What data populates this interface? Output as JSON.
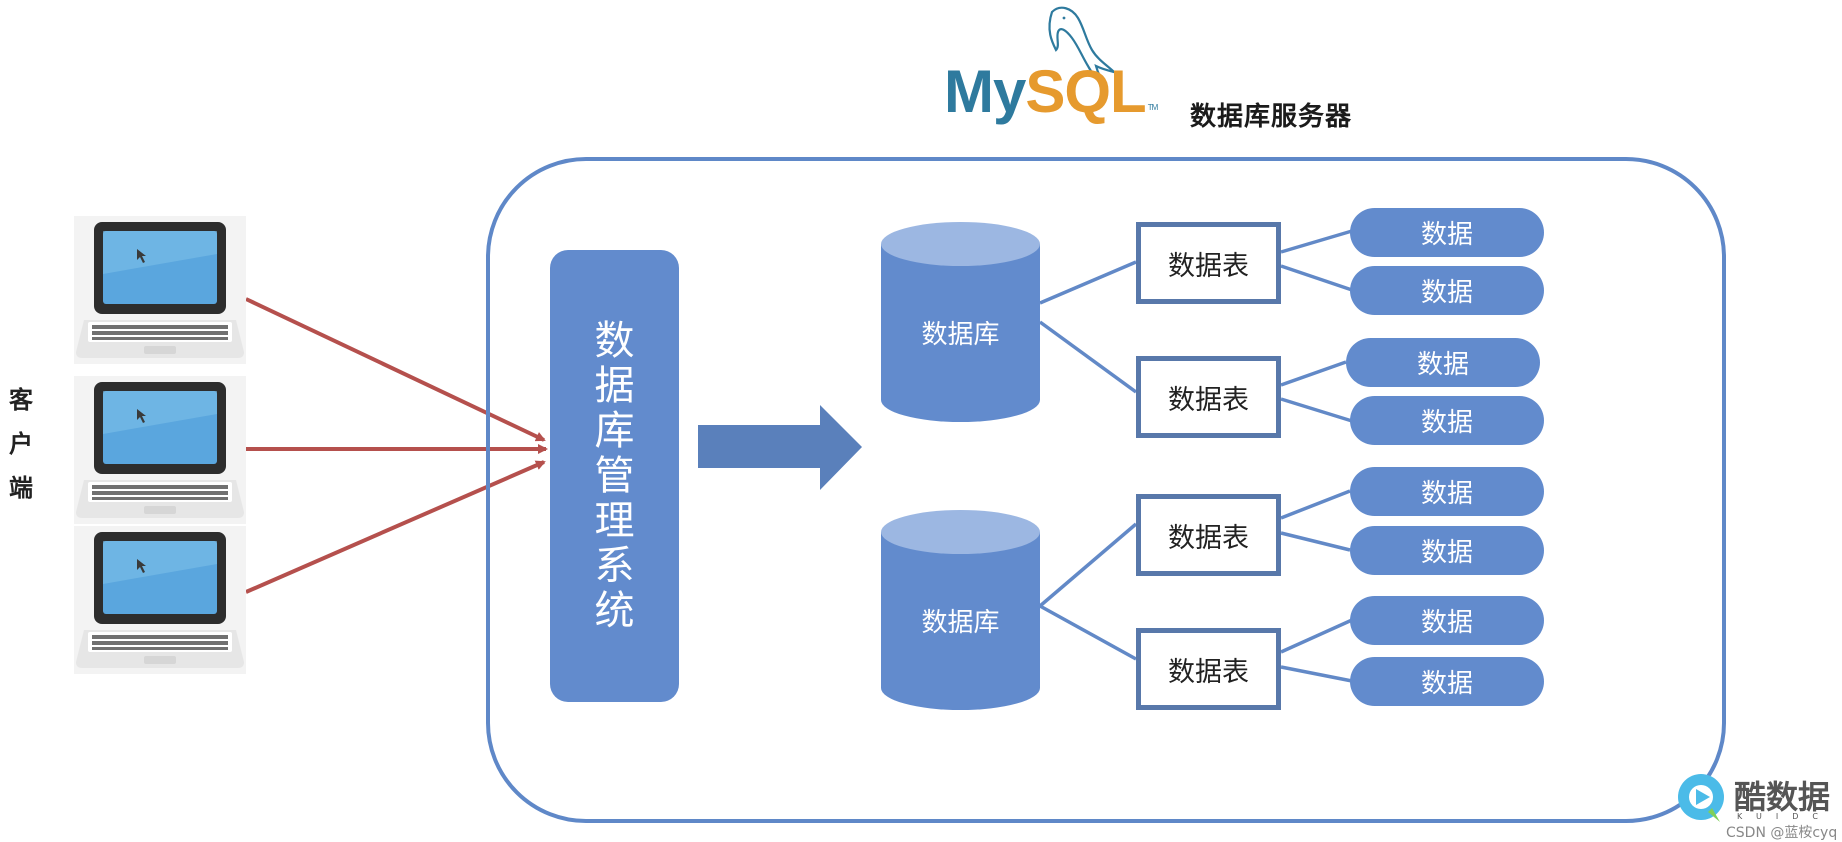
{
  "header": {
    "logo_text_my": "My",
    "logo_text_sql": "SQL",
    "logo_tm": "TM",
    "server_label": "数据库服务器"
  },
  "clients": {
    "label_chars": [
      "客",
      "户",
      "端"
    ],
    "count": 3,
    "icon": "laptop-icon"
  },
  "dbms": {
    "label_chars": [
      "数",
      "据",
      "库",
      "管",
      "理",
      "系",
      "统"
    ]
  },
  "databases": [
    {
      "label": "数据库",
      "tables": [
        {
          "label": "数据表",
          "data": [
            "数据",
            "数据"
          ]
        },
        {
          "label": "数据表",
          "data": [
            "数据",
            "数据"
          ]
        }
      ]
    },
    {
      "label": "数据库",
      "tables": [
        {
          "label": "数据表",
          "data": [
            "数据",
            "数据"
          ]
        },
        {
          "label": "数据表",
          "data": [
            "数据",
            "数据"
          ]
        }
      ]
    }
  ],
  "watermark": {
    "brand": "酷数据",
    "sub": "KUIDC",
    "credit": "CSDN @蓝桉cyq"
  },
  "colors": {
    "primary_blue": "#628bcd",
    "cylinder_top": "#9cb7e2",
    "frame_blue": "#5f88c8",
    "table_border": "#5878aa",
    "client_arrow_red": "#b5504d",
    "mysql_blue": "#2e7a9e",
    "mysql_orange": "#e69a2e"
  }
}
